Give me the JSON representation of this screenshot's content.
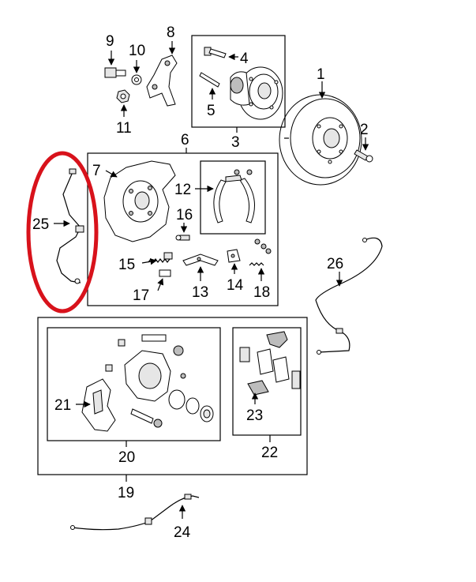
{
  "callouts": {
    "c1": "1",
    "c2": "2",
    "c3": "3",
    "c4": "4",
    "c5": "5",
    "c6": "6",
    "c7": "7",
    "c8": "8",
    "c9": "9",
    "c10": "10",
    "c11": "11",
    "c12": "12",
    "c13": "13",
    "c14": "14",
    "c15": "15",
    "c16": "16",
    "c17": "17",
    "c18": "18",
    "c19": "19",
    "c20": "20",
    "c21": "21",
    "c22": "22",
    "c23": "23",
    "c24": "24",
    "c25": "25",
    "c26": "26"
  },
  "highlight": {
    "part": "25",
    "color": "#d8121b"
  }
}
